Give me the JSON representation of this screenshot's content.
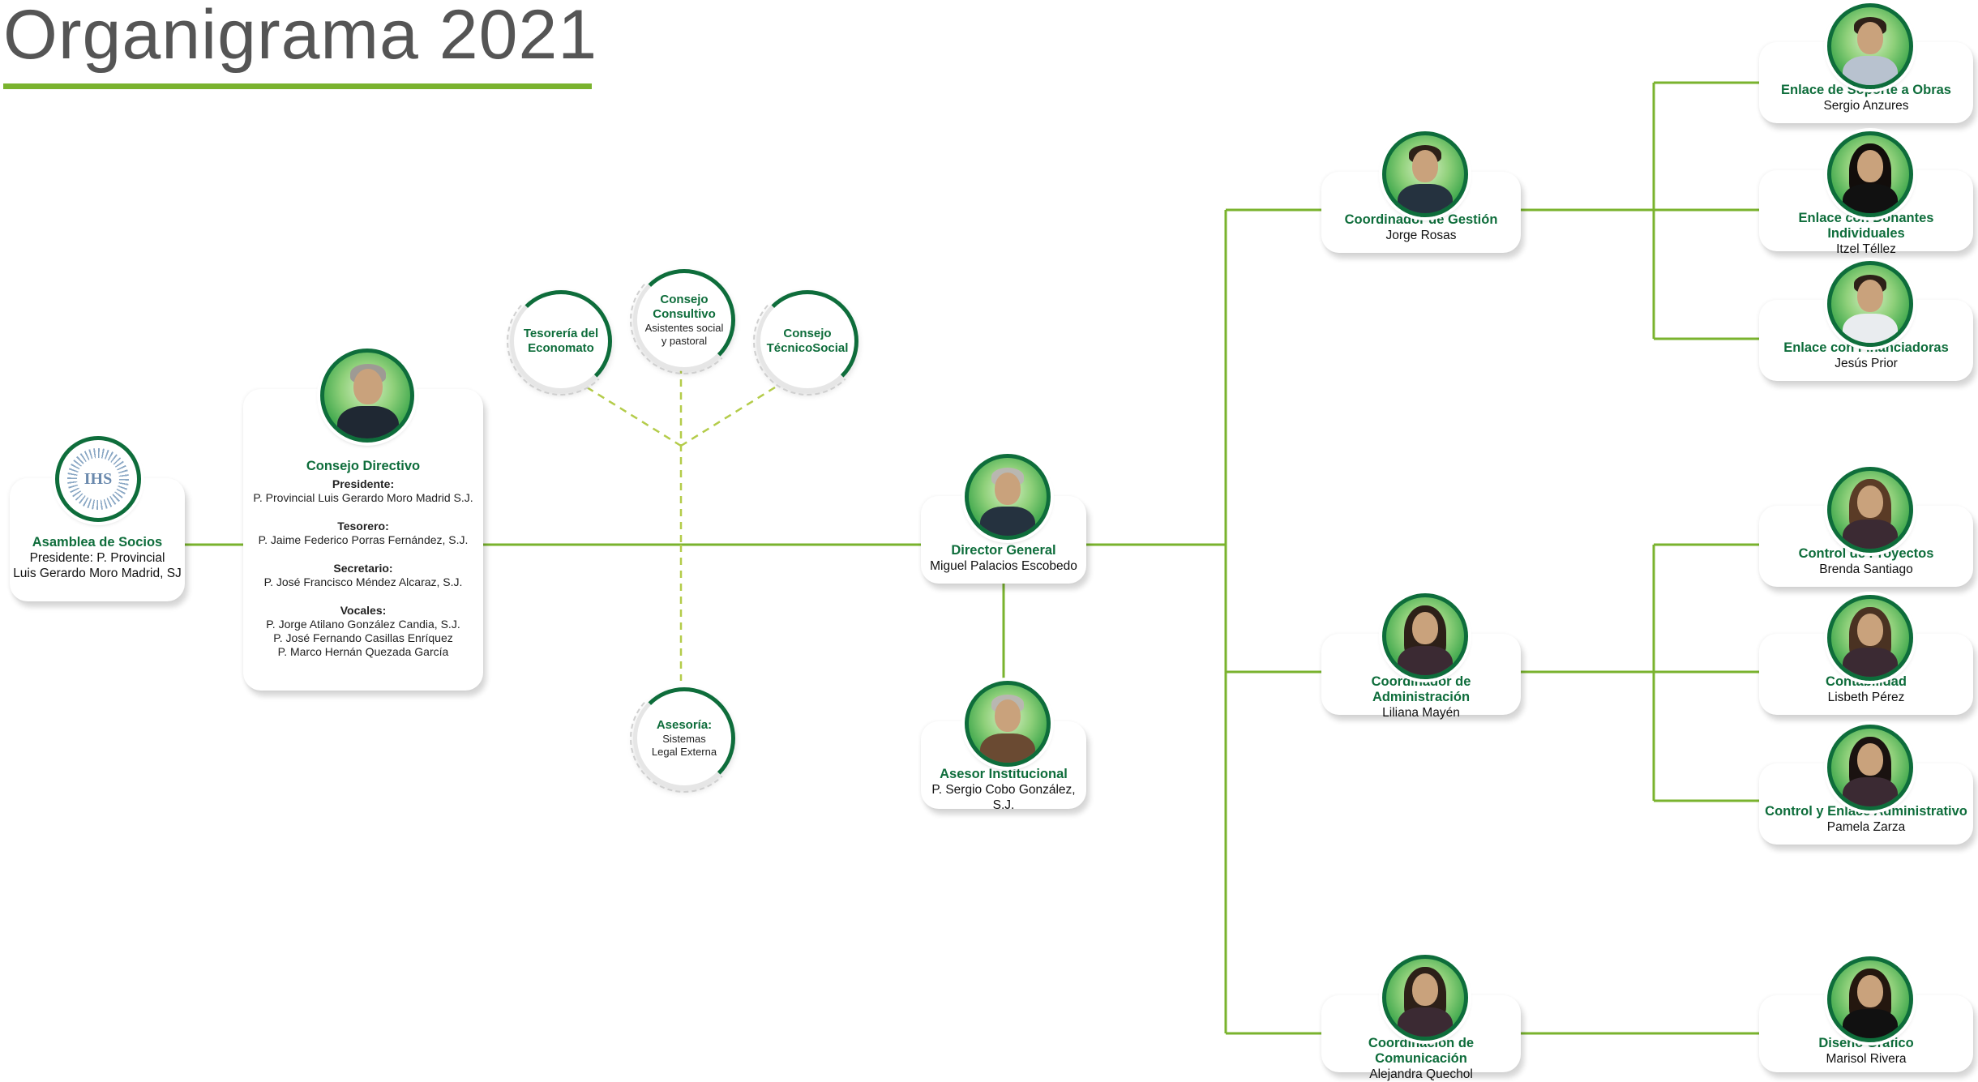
{
  "title": "Organigrama 2021",
  "colors": {
    "primary_green": "#0e6d3b",
    "line_green": "#7ab32e",
    "dashed_line": "#b4cc4a"
  },
  "asamblea": {
    "role": "Asamblea de Socios",
    "line1": "Presidente: P. Provincial",
    "line2": "Luis Gerardo Moro Madrid, SJ",
    "logo_text": "IHS",
    "icon": "ihs-seal-icon"
  },
  "consejo": {
    "role": "Consejo Directivo",
    "presidente_label": "Presidente:",
    "presidente": "P. Provincial Luis Gerardo Moro Madrid S.J.",
    "tesorero_label": "Tesorero:",
    "tesorero": "P. Jaime Federico Porras Fernández, S.J.",
    "secretario_label": "Secretario:",
    "secretario": "P. José Francisco Méndez Alcaraz, S.J.",
    "vocales_label": "Vocales:",
    "vocales": [
      "P. Jorge Atilano González Candia, S.J.",
      "P. José Fernando Casillas Enríquez",
      "P. Marco Hernán Quezada García"
    ]
  },
  "tesoreria": {
    "line1": "Tesorería del",
    "line2": "Economato"
  },
  "consultivo": {
    "line1": "Consejo",
    "line2": "Consultivo",
    "sub1": "Asistentes social",
    "sub2": "y pastoral"
  },
  "tecnico": {
    "line1": "Consejo",
    "line2": "TécnicoSocial"
  },
  "asesoria": {
    "role": "Asesoría:",
    "sub1": "Sistemas",
    "sub2": "Legal Externa"
  },
  "director": {
    "role": "Director General",
    "name": "Miguel Palacios Escobedo"
  },
  "asesor": {
    "role": "Asesor Institucional",
    "name": "P. Sergio Cobo González, S.J."
  },
  "coord_gestion": {
    "role": "Coordinador de Gestión",
    "name": "Jorge Rosas"
  },
  "coord_admin": {
    "role": "Coordinador de Administración",
    "name": "Liliana Mayén"
  },
  "coord_com": {
    "role": "Coordinación de Comunicación",
    "name": "Alejandra Quechol"
  },
  "enlace_obras": {
    "role": "Enlace de Soporte a Obras",
    "name": "Sergio Anzures"
  },
  "enlace_donantes": {
    "role": "Enlace con Donantes Individuales",
    "name": "Itzel Téllez"
  },
  "enlace_financiadoras": {
    "role": "Enlace con Financiadoras",
    "name": "Jesús Prior"
  },
  "control_proyectos": {
    "role": "Control de Proyectos",
    "name": "Brenda Santiago"
  },
  "contabilidad": {
    "role": "Contabilidad",
    "name": "Lisbeth Pérez"
  },
  "control_enlace": {
    "role": "Control y Enlace Administrativo",
    "name": "Pamela Zarza"
  },
  "diseno": {
    "role": "Diseño Gráfico",
    "name": "Marisol Rivera"
  }
}
